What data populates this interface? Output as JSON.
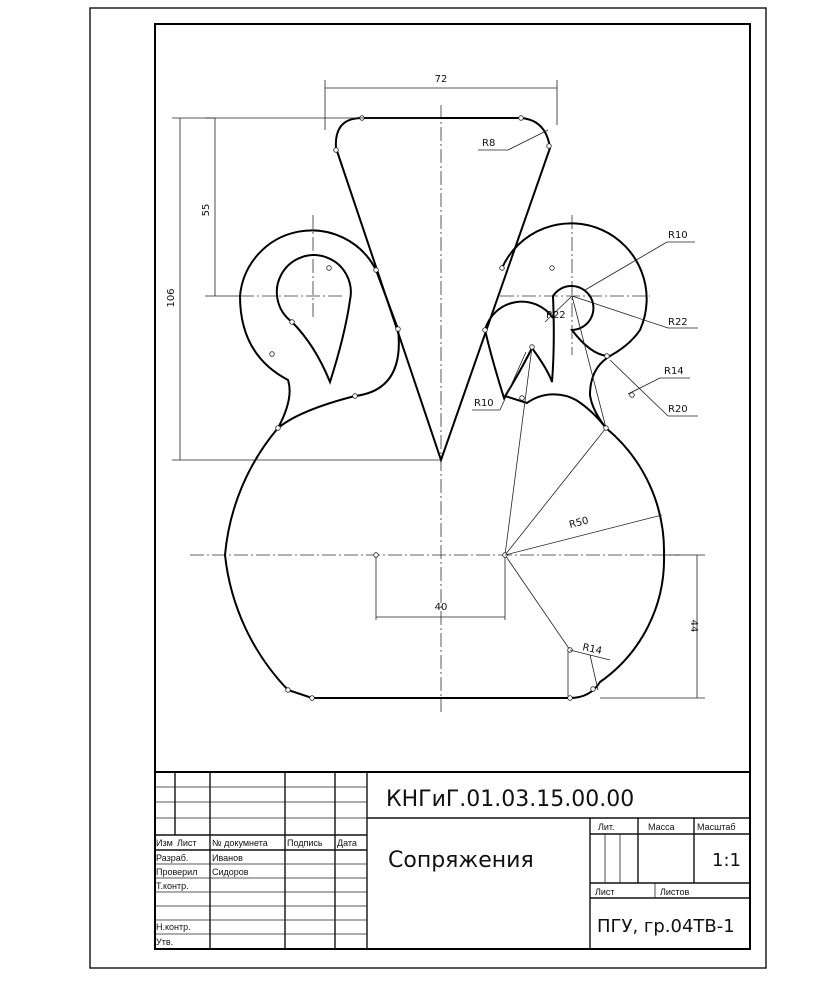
{
  "drawing": {
    "dimensions": {
      "width_top": "72",
      "height_55": "55",
      "height_106": "106",
      "width_40": "40",
      "height_44": "44",
      "r8": "R8",
      "r10_top": "R10",
      "r22_outer": "R22",
      "r22_inner": "R22",
      "r10_left": "R10",
      "r14_right": "R14",
      "r20": "R20",
      "r50": "R50",
      "r14_bottom": "R14"
    }
  },
  "title_block": {
    "designation": "КНГиГ.01.03.15.00.00",
    "title": "Сопряжения",
    "scale_value": "1:1",
    "organization": "ПГУ, гр.04ТВ-1",
    "header_izm": "Изм",
    "header_list": "Лист",
    "header_doc": "№ докумнета",
    "header_sign": "Подпись",
    "header_date": "Дата",
    "row_razrab": "Разраб.",
    "row_razrab_name": "Иванов",
    "row_prover": "Проверил",
    "row_prover_name": "Сидоров",
    "row_tkontr": "Т.контр.",
    "row_nkontr": "Н.контр.",
    "row_utv": "Утв.",
    "col_lit": "Лит.",
    "col_massa": "Масса",
    "col_masshtab": "Масштаб",
    "col_list": "Лист",
    "col_listov": "Листов"
  }
}
